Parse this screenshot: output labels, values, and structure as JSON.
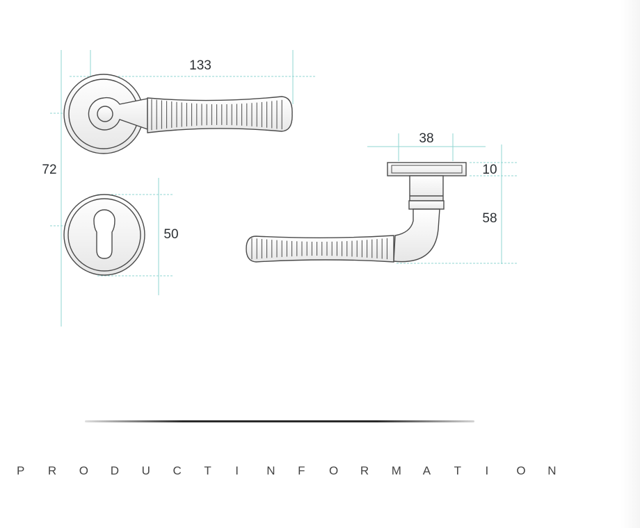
{
  "colors": {
    "outline": "#4a4a4a",
    "dimension_line": "#8fd6d2",
    "label": "#2b2f33",
    "divider": "#2a2a2a",
    "caption": "#444444"
  },
  "dimensions": {
    "lever_length": "133",
    "overall_height": "72",
    "escutcheon_diameter": "50",
    "rose_width": "38",
    "rose_thickness": "10",
    "projection": "58"
  },
  "caption": {
    "letters": [
      "P",
      "R",
      "O",
      "D",
      "U",
      "C",
      "T",
      "I",
      "N",
      "F",
      "O",
      "R",
      "M",
      "A",
      "T",
      "I",
      "O",
      "N"
    ]
  }
}
